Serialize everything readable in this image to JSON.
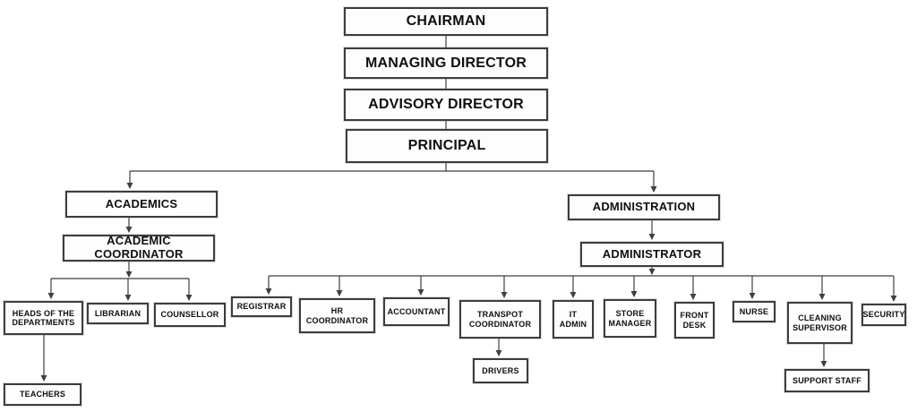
{
  "diagram": {
    "type": "org-chart",
    "nodes": {
      "chairman": "CHAIRMAN",
      "managing_director": "MANAGING DIRECTOR",
      "advisory_director": "ADVISORY DIRECTOR",
      "principal": "PRINCIPAL",
      "academics": "ACADEMICS",
      "academic_coordinator": "ACADEMIC COORDINATOR",
      "heads_of_the_departments": "HEADS OF THE DEPARTMENTS",
      "librarian": "LIBRARIAN",
      "counsellor": "COUNSELLOR",
      "teachers": "TEACHERS",
      "administration": "ADMINISTRATION",
      "administrator": "ADMINISTRATOR",
      "registrar": "REGISTRAR",
      "hr_coordinator": "HR COORDINATOR",
      "accountant": "ACCOUNTANT",
      "transpot_coordinator": "TRANSPOT COORDINATOR",
      "it_admin": "IT ADMIN",
      "store_manager": "STORE MANAGER",
      "front_desk": "FRONT DESK",
      "nurse": "NURSE",
      "cleaning_supervisor": "CLEANING SUPERVISOR",
      "security": "SECURITY",
      "drivers": "DRIVERS",
      "support_staff": "SUPPORT STAFF"
    },
    "edges": [
      [
        "chairman",
        "managing_director"
      ],
      [
        "managing_director",
        "advisory_director"
      ],
      [
        "advisory_director",
        "principal"
      ],
      [
        "principal",
        "academics"
      ],
      [
        "principal",
        "administration"
      ],
      [
        "academics",
        "academic_coordinator"
      ],
      [
        "academic_coordinator",
        "heads_of_the_departments"
      ],
      [
        "academic_coordinator",
        "librarian"
      ],
      [
        "academic_coordinator",
        "counsellor"
      ],
      [
        "heads_of_the_departments",
        "teachers"
      ],
      [
        "administration",
        "administrator"
      ],
      [
        "administrator",
        "registrar"
      ],
      [
        "administrator",
        "hr_coordinator"
      ],
      [
        "administrator",
        "accountant"
      ],
      [
        "administrator",
        "transpot_coordinator"
      ],
      [
        "administrator",
        "it_admin"
      ],
      [
        "administrator",
        "store_manager"
      ],
      [
        "administrator",
        "front_desk"
      ],
      [
        "administrator",
        "nurse"
      ],
      [
        "administrator",
        "cleaning_supervisor"
      ],
      [
        "administrator",
        "security"
      ],
      [
        "transpot_coordinator",
        "drivers"
      ],
      [
        "cleaning_supervisor",
        "support_staff"
      ]
    ],
    "colors": {
      "box_border": "#3d3d3d",
      "box_fill": "#fdfdfd",
      "connector": "#3f3f3f",
      "text": "#0f0f0f",
      "background": "#ffffff"
    }
  }
}
